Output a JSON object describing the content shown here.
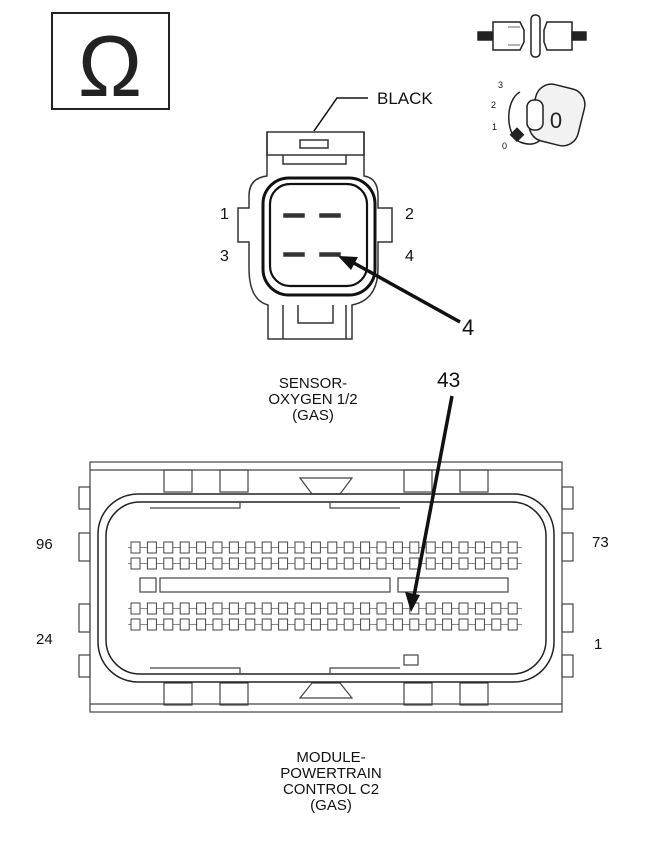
{
  "ohm_symbol": "Ω",
  "o2_sensor": {
    "color_label": "BLACK",
    "pins": {
      "p1": "1",
      "p2": "2",
      "p3": "3",
      "p4": "4"
    },
    "callout_pin": "4",
    "caption": "SENSOR-\nOXYGEN 1/2\n(GAS)"
  },
  "pcm_connector": {
    "callout_pin": "43",
    "corner_labels": {
      "top_left": "96",
      "top_right": "73",
      "bottom_left": "24",
      "bottom_right": "1"
    },
    "caption": "MODULE-\nPOWERTRAIN\nCONTROL C2\n(GAS)"
  },
  "ignition_switch": {
    "positions": [
      "3",
      "2",
      "1",
      "0"
    ],
    "key_label": "0"
  },
  "colors": {
    "line": "#222222",
    "fill_light": "#f2f2f2",
    "background": "#ffffff"
  }
}
